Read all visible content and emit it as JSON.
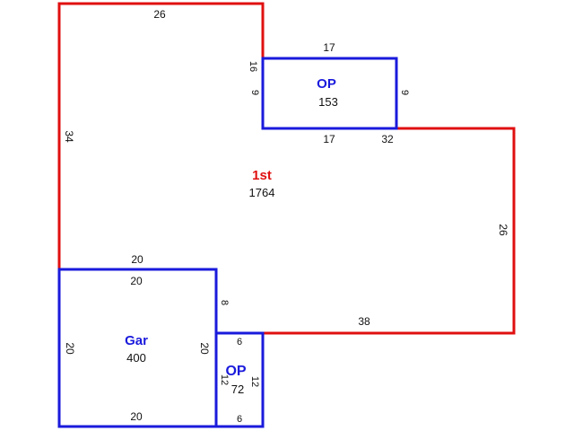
{
  "areas": {
    "first": {
      "label": "1st",
      "sqft": "1764"
    },
    "op_top": {
      "label": "OP",
      "sqft": "153"
    },
    "garage": {
      "label": "Gar",
      "sqft": "400"
    },
    "op_bottom": {
      "label": "OP",
      "sqft": "72"
    }
  },
  "dimensions": {
    "first_top": "26",
    "first_left": "34",
    "first_right": "26",
    "first_bottom": "38",
    "first_notch": "32",
    "first_side_16": "16",
    "garage_top_outer": "20",
    "garage_top": "20",
    "garage_left": "20",
    "garage_right": "20",
    "garage_bottom": "20",
    "garage_right_upper": "8",
    "op_top_top": "17",
    "op_top_bottom": "17",
    "op_top_left": "9",
    "op_top_right": "9",
    "op_bottom_top": "6",
    "op_bottom_bottom": "6",
    "op_bottom_left": "12",
    "op_bottom_right": "12"
  },
  "colors": {
    "first_floor": "#e01010",
    "additions": "#1a1adc"
  }
}
